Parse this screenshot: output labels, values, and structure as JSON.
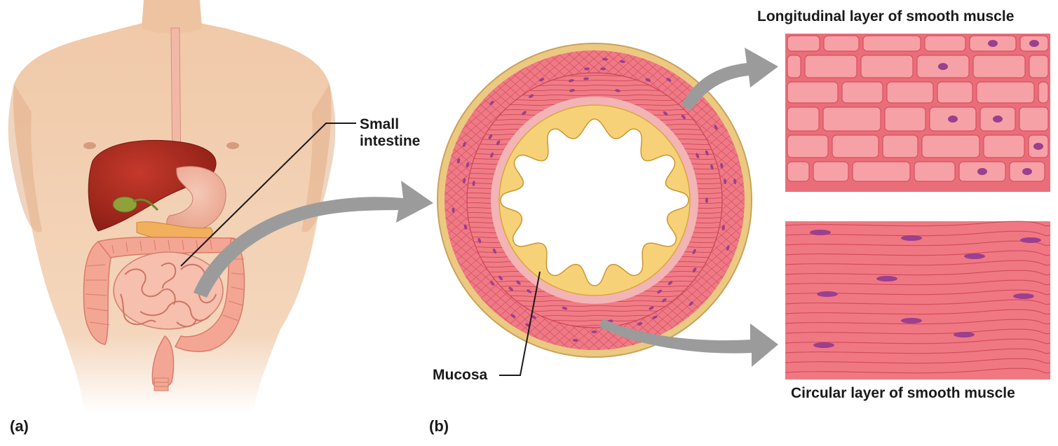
{
  "panel_a": {
    "panel_label": "(a)",
    "callout": {
      "line1": "Small",
      "line2": "intestine"
    }
  },
  "panel_b": {
    "panel_label": "(b)",
    "callout_mucosa": "Mucosa",
    "callout_longitudinal": "Longitudinal layer of smooth muscle",
    "callout_circular": "Circular layer of smooth muscle"
  },
  "colors": {
    "skin": "#f2cfaf",
    "liver": "#a8281c",
    "intestine": "#f3a693",
    "muscle": "#ec6f7b",
    "mucosa": "#f5d36a",
    "serosa": "#e9c27a",
    "nucleus": "#9b3f8f",
    "arrow": "#9b9b9b"
  }
}
